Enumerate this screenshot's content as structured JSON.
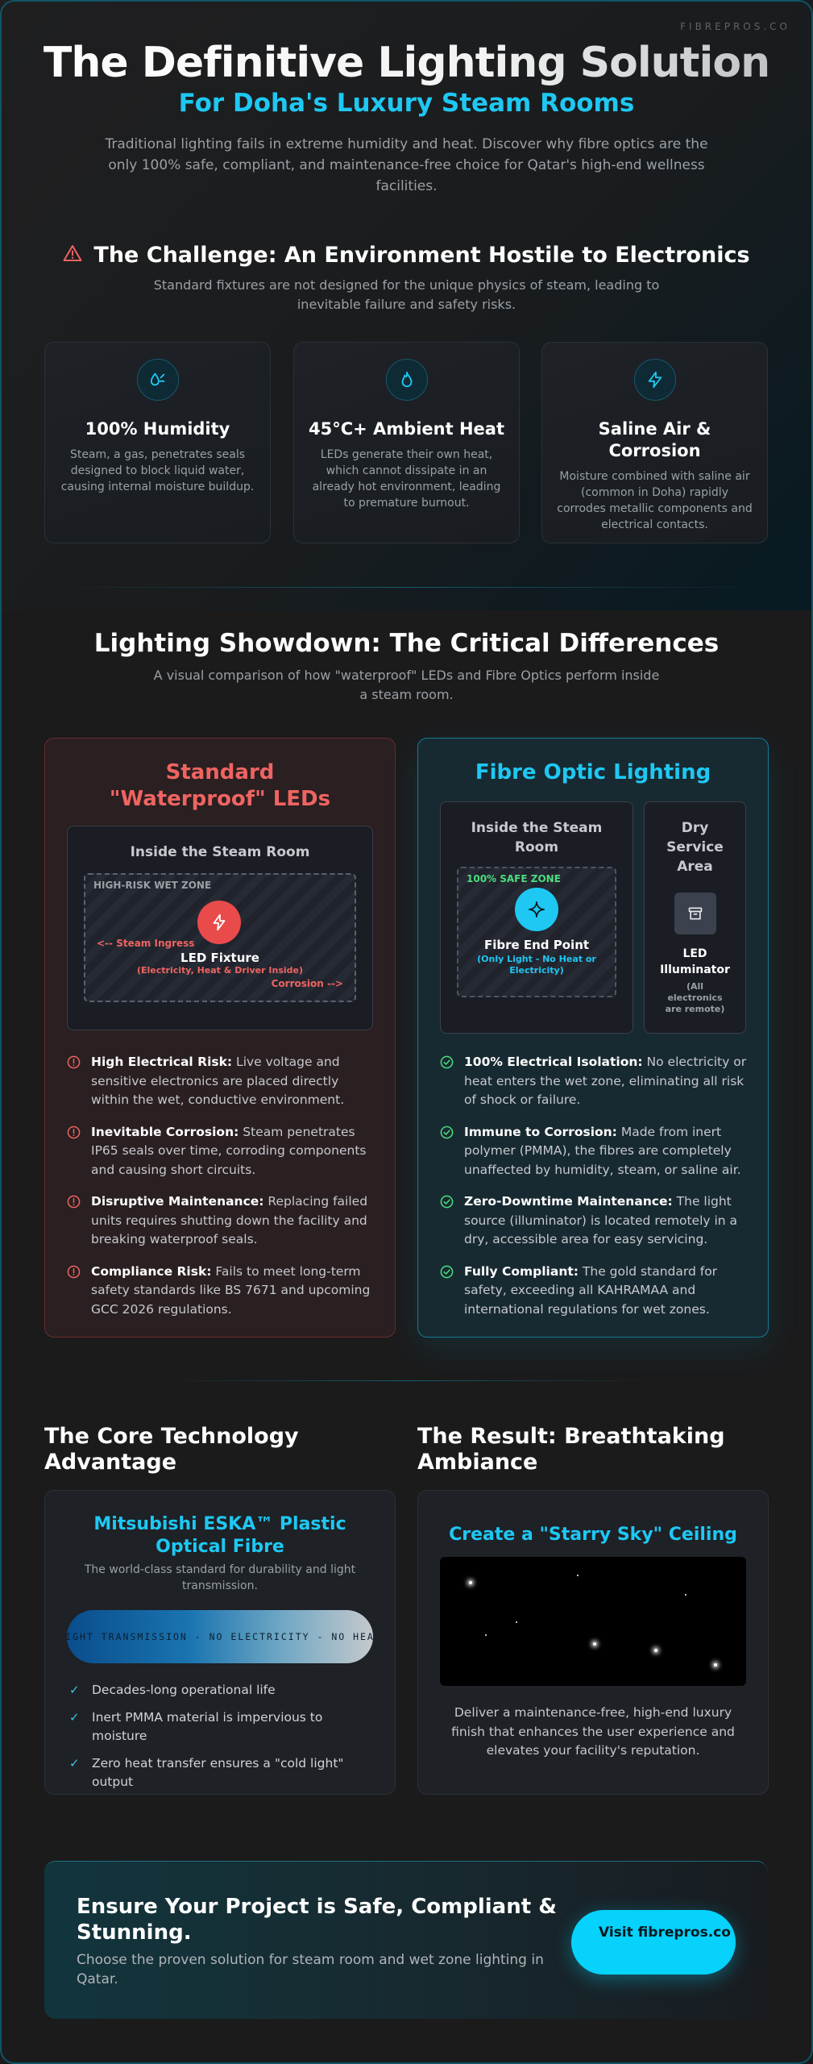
{
  "brand": "FIBREPROS.CO",
  "hero": {
    "title": "The Definitive Lighting Solution",
    "subtitle": "For Doha's Luxury Steam Rooms",
    "description": "Traditional lighting fails in extreme humidity and heat. Discover why fibre optics are the only 100% safe, compliant, and maintenance-free choice for Qatar's high-end wellness facilities."
  },
  "challenge": {
    "icon": "warning-triangle-icon",
    "title": "The Challenge: An Environment Hostile to Electronics",
    "description": "Standard fixtures are not designed for the unique physics of steam, leading to inevitable failure and safety risks.",
    "cards": [
      {
        "icon": "droplet-icon",
        "title": "100% Humidity",
        "text": "Steam, a gas, penetrates seals designed to block liquid water, causing internal moisture buildup."
      },
      {
        "icon": "flame-icon",
        "title": "45°C+ Ambient Heat",
        "text": "LEDs generate their own heat, which cannot dissipate in an already hot environment, leading to premature burnout."
      },
      {
        "icon": "bolt-icon",
        "title": "Saline Air & Corrosion",
        "text": "Moisture combined with saline air (common in Doha) rapidly corrodes metallic components and electrical contacts."
      }
    ]
  },
  "showdown": {
    "title": "Lighting Showdown: The Critical Differences",
    "description": "A visual comparison of how \"waterproof\" LEDs and Fibre Optics perform inside a steam room.",
    "led": {
      "title": "Standard \"Waterproof\" LEDs",
      "room_title": "Inside the Steam Room",
      "zone_label": "HIGH-RISK WET ZONE",
      "ingress_label": "<-- Steam Ingress",
      "fixture_name": "LED Fixture",
      "fixture_note": "(Electricity, Heat & Driver Inside)",
      "corrosion_label": "Corrosion -->",
      "bullets": [
        {
          "bold": "High Electrical Risk:",
          "text": " Live voltage and sensitive electronics are placed directly within the wet, conductive environment."
        },
        {
          "bold": "Inevitable Corrosion:",
          "text": " Steam penetrates IP65 seals over time, corroding components and causing short circuits."
        },
        {
          "bold": "Disruptive Maintenance:",
          "text": " Replacing failed units requires shutting down the facility and breaking waterproof seals."
        },
        {
          "bold": "Compliance Risk:",
          "text": " Fails to meet long-term safety standards like BS 7671 and upcoming GCC 2026 regulations."
        }
      ]
    },
    "fibre": {
      "title": "Fibre Optic Lighting",
      "room_title": "Inside the Steam Room",
      "zone_label": "100% SAFE ZONE",
      "fixture_name": "Fibre End Point",
      "fixture_note": "(Only Light - No Heat or Electricity)",
      "dry_title": "Dry Service Area",
      "illuminator_name": "LED Illuminator",
      "illuminator_note": "(All electronics are remote)",
      "bullets": [
        {
          "bold": "100% Electrical Isolation:",
          "text": " No electricity or heat enters the wet zone, eliminating all risk of shock or failure."
        },
        {
          "bold": "Immune to Corrosion:",
          "text": " Made from inert polymer (PMMA), the fibres are completely unaffected by humidity, steam, or saline air."
        },
        {
          "bold": "Zero-Downtime Maintenance:",
          "text": " The light source (illuminator) is located remotely in a dry, accessible area for easy servicing."
        },
        {
          "bold": "Fully Compliant:",
          "text": " The gold standard for safety, exceeding all KAHRAMAA and international regulations for wet zones."
        }
      ]
    }
  },
  "core": {
    "heading": "The Core Technology Advantage",
    "card_title": "Mitsubishi ESKA™ Plastic Optical Fibre",
    "card_desc": "The world-class standard for durability and light transmission.",
    "cable_text": "LIGHT TRANSMISSION - NO ELECTRICITY - NO HEAT",
    "checks": [
      "Decades-long operational life",
      "Inert PMMA material is impervious to moisture",
      "Zero heat transfer ensures a \"cold light\" output"
    ]
  },
  "result": {
    "heading": "The Result: Breathtaking Ambiance",
    "card_title": "Create a \"Starry Sky\" Ceiling",
    "card_desc": "Deliver a maintenance-free, high-end luxury finish that enhances the user experience and elevates your facility's reputation."
  },
  "cta": {
    "title": "Ensure Your Project is Safe, Compliant & Stunning.",
    "description": "Choose the proven solution for steam room and wet zone lighting in Qatar.",
    "button_label": "Visit fibrepros.co"
  },
  "colors": {
    "accent": "#1ec8f3",
    "danger": "#ef6461",
    "success": "#4ade80",
    "background": "#1b1b1c"
  }
}
